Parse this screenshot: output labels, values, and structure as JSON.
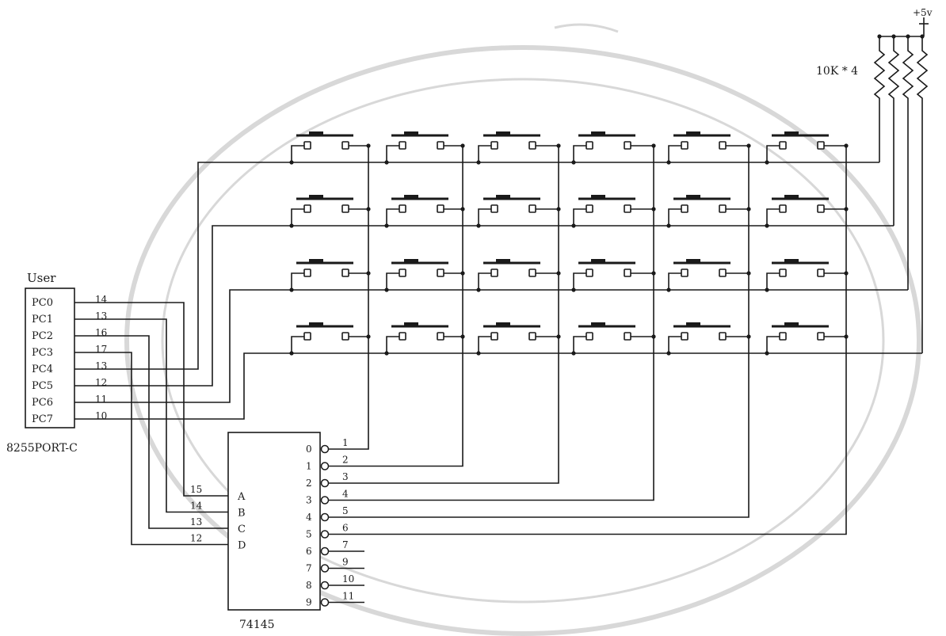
{
  "diagram": {
    "supply_label": "+5v",
    "resistor_label": "10K * 4",
    "user_box_title": "User",
    "port_caption": "8255PORT-C",
    "port_pins": [
      "PC0",
      "PC1",
      "PC2",
      "PC3",
      "PC4",
      "PC5",
      "PC6",
      "PC7"
    ],
    "port_pin_numbers": [
      "14",
      "13",
      "16",
      "17",
      "13",
      "12",
      "11",
      "10"
    ],
    "decoder_label": "74145",
    "decoder_inputs": [
      "A",
      "B",
      "C",
      "D"
    ],
    "decoder_input_pin_numbers": [
      "15",
      "14",
      "13",
      "12"
    ],
    "decoder_outputs": [
      "0",
      "1",
      "2",
      "3",
      "4",
      "5",
      "6",
      "7",
      "8",
      "9"
    ],
    "decoder_output_pin_numbers": [
      "1",
      "2",
      "3",
      "4",
      "5",
      "6",
      "7",
      "9",
      "10",
      "11"
    ],
    "keypad": {
      "rows": 4,
      "columns": 6
    },
    "colors": {
      "ink": "#1a1a1a",
      "watermark": "#d8d8d8"
    }
  }
}
